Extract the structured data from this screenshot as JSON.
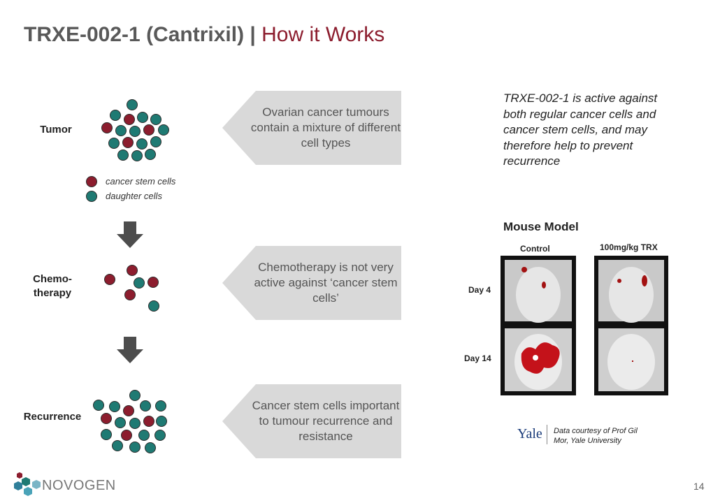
{
  "title": {
    "main": "TRXE-002-1 (Cantrixil) | ",
    "accent": "How it Works"
  },
  "stages": [
    {
      "label": "Tumor"
    },
    {
      "label": "Chemo-\ntherapy"
    },
    {
      "label": "Recurrence"
    }
  ],
  "legend": {
    "red": "cancer stem cells",
    "teal": "daughter cells"
  },
  "callouts": [
    "Ovarian cancer tumours contain a mixture of different cell types",
    "Chemotherapy is not very active against ‘cancer stem cells’",
    "Cancer stem cells important to tumour recurrence and resistance"
  ],
  "right_description": "TRXE-002-1 is active against both regular cancer cells and cancer stem cells, and may therefore help to prevent recurrence",
  "mouse_model": {
    "title": "Mouse Model",
    "col_control": "Control",
    "col_trx": "100mg/kg TRX",
    "row_day4": "Day 4",
    "row_day14": "Day 14"
  },
  "credit": {
    "logo": "Yale",
    "text": "Data courtesy of Prof Gil Mor, Yale University"
  },
  "brand": "NOVOGEN",
  "page_number": "14",
  "colors": {
    "accent": "#8c1d2e",
    "teal": "#1f7a73",
    "arrow": "#4d4d4d",
    "callout": "#d9d9d9"
  }
}
